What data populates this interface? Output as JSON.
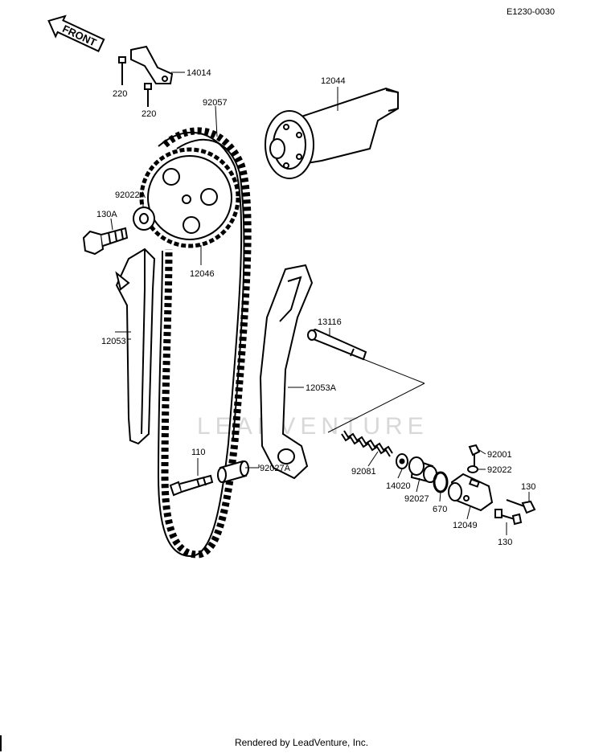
{
  "diagram": {
    "code": "E1230-0030",
    "front_label": "FRONT",
    "watermark": "LEADVENTURE",
    "footer": "Rendered by LeadVenture, Inc.",
    "parts": [
      {
        "id": "14014",
        "label": "14014"
      },
      {
        "id": "220a",
        "label": "220"
      },
      {
        "id": "220b",
        "label": "220"
      },
      {
        "id": "92057",
        "label": "92057"
      },
      {
        "id": "12044",
        "label": "12044"
      },
      {
        "id": "92022A",
        "label": "92022A"
      },
      {
        "id": "130A",
        "label": "130A"
      },
      {
        "id": "12046",
        "label": "12046"
      },
      {
        "id": "12053",
        "label": "12053"
      },
      {
        "id": "13116",
        "label": "13116"
      },
      {
        "id": "12053A",
        "label": "12053A"
      },
      {
        "id": "110",
        "label": "110"
      },
      {
        "id": "92027A",
        "label": "92027A"
      },
      {
        "id": "92081",
        "label": "92081"
      },
      {
        "id": "14020",
        "label": "14020"
      },
      {
        "id": "92027",
        "label": "92027"
      },
      {
        "id": "670",
        "label": "670"
      },
      {
        "id": "12049",
        "label": "12049"
      },
      {
        "id": "92001",
        "label": "92001"
      },
      {
        "id": "92022",
        "label": "92022"
      },
      {
        "id": "130a",
        "label": "130"
      },
      {
        "id": "130b",
        "label": "130"
      }
    ]
  }
}
